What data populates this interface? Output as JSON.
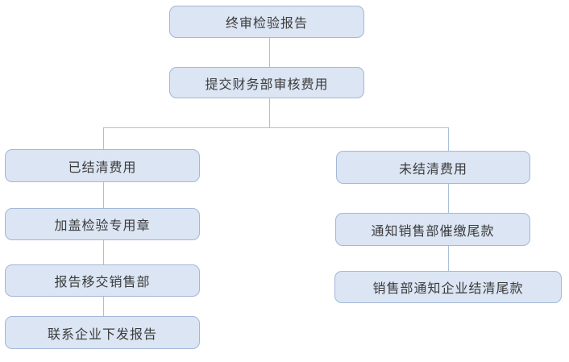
{
  "diagram": {
    "type": "flowchart",
    "nodes": {
      "final_report": "终审检验报告",
      "submit_finance_review": "提交财务部审核费用",
      "fees_settled": "已结清费用",
      "stamp_inspection_seal": "加盖检验专用章",
      "report_to_sales": "报告移交销售部",
      "contact_enterprise_issue_report": "联系企业下发报告",
      "fees_unsettled": "未结清费用",
      "notify_sales_collect_balance": "通知销售部催缴尾款",
      "sales_notify_enterprise_settle": "销售部通知企业结清尾款"
    },
    "edges": [
      [
        "final_report",
        "submit_finance_review"
      ],
      [
        "submit_finance_review",
        "fees_settled"
      ],
      [
        "submit_finance_review",
        "fees_unsettled"
      ],
      [
        "fees_settled",
        "stamp_inspection_seal"
      ],
      [
        "stamp_inspection_seal",
        "report_to_sales"
      ],
      [
        "report_to_sales",
        "contact_enterprise_issue_report"
      ],
      [
        "fees_unsettled",
        "notify_sales_collect_balance"
      ],
      [
        "notify_sales_collect_balance",
        "sales_notify_enterprise_settle"
      ]
    ],
    "colors": {
      "node_fill": "#dbe5f3",
      "node_border": "#a3b7d6",
      "connector": "#a8c0da",
      "text": "#3b3b3b",
      "background": "#ffffff"
    }
  }
}
